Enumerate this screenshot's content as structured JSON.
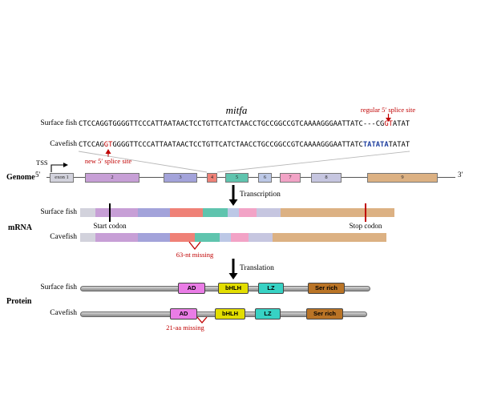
{
  "title": "mitfa",
  "annotations": {
    "regular_splice_label": "regular 5′ splice site",
    "new_splice_label": "new 5′ splice site",
    "transcription_label": "Transcription",
    "translation_label": "Translation"
  },
  "colors": {
    "highlight_red": "#c00000",
    "tata_blue": "#1f3f9f"
  },
  "sequences": {
    "surface": {
      "label": "Surface fish",
      "pre": "CTCCAGGTGGGGTTCCCATTAATAACTCCTGTTCATCTAACCTGCCGGCCGTCAAAAGGGAATTATC---CG",
      "gt": "GT",
      "post": "ATAT"
    },
    "cave": {
      "label": "Cavefish",
      "pre": "CTCCAG",
      "gt": "GT",
      "mid": "GGGGTTCCCATTAATAACTCCTGTTCATCTAACCTGCCGGCCGTCAAAAGGGAATTATC",
      "tata": "TATATA",
      "post": "TATAT"
    }
  },
  "genome": {
    "label": "Genome",
    "tss_label": "TSS",
    "five_prime": "5′",
    "three_prime": "3′",
    "exons": [
      {
        "label": "exon 1",
        "color": "#d2d2dc"
      },
      {
        "label": "2",
        "color": "#c79fd6"
      },
      {
        "label": "3",
        "color": "#a3a3da"
      },
      {
        "label": "4",
        "color": "#ef8177"
      },
      {
        "label": "5",
        "color": "#5fc4ae"
      },
      {
        "label": "6",
        "color": "#bcc8e6"
      },
      {
        "label": "7",
        "color": "#f2a3c6"
      },
      {
        "label": "8",
        "color": "#c6c6e0"
      },
      {
        "label": "9",
        "color": "#dcb183"
      }
    ]
  },
  "mrna": {
    "label": "mRNA",
    "surface_label": "Surface fish",
    "cave_label": "Cavefish",
    "start_codon_label": "Start codon",
    "stop_codon_label": "Stop codon",
    "missing_label": "63-nt missing",
    "segment_colors": [
      "#d2d2dc",
      "#c79fd6",
      "#a3a3da",
      "#ef8177",
      "#5fc4ae",
      "#bcc8e6",
      "#f2a3c6",
      "#c6c6e0",
      "#dcb183"
    ]
  },
  "protein": {
    "label": "Protein",
    "surface_label": "Surface fish",
    "cave_label": "Cavefish",
    "missing_label": "21-aa missing",
    "domains": [
      {
        "label": "AD",
        "color": "#ea7ce6"
      },
      {
        "label": "bHLH",
        "color": "#e3de00"
      },
      {
        "label": "LZ",
        "color": "#37d2c4"
      },
      {
        "label": "Ser rich",
        "color": "#ba7426"
      }
    ]
  }
}
